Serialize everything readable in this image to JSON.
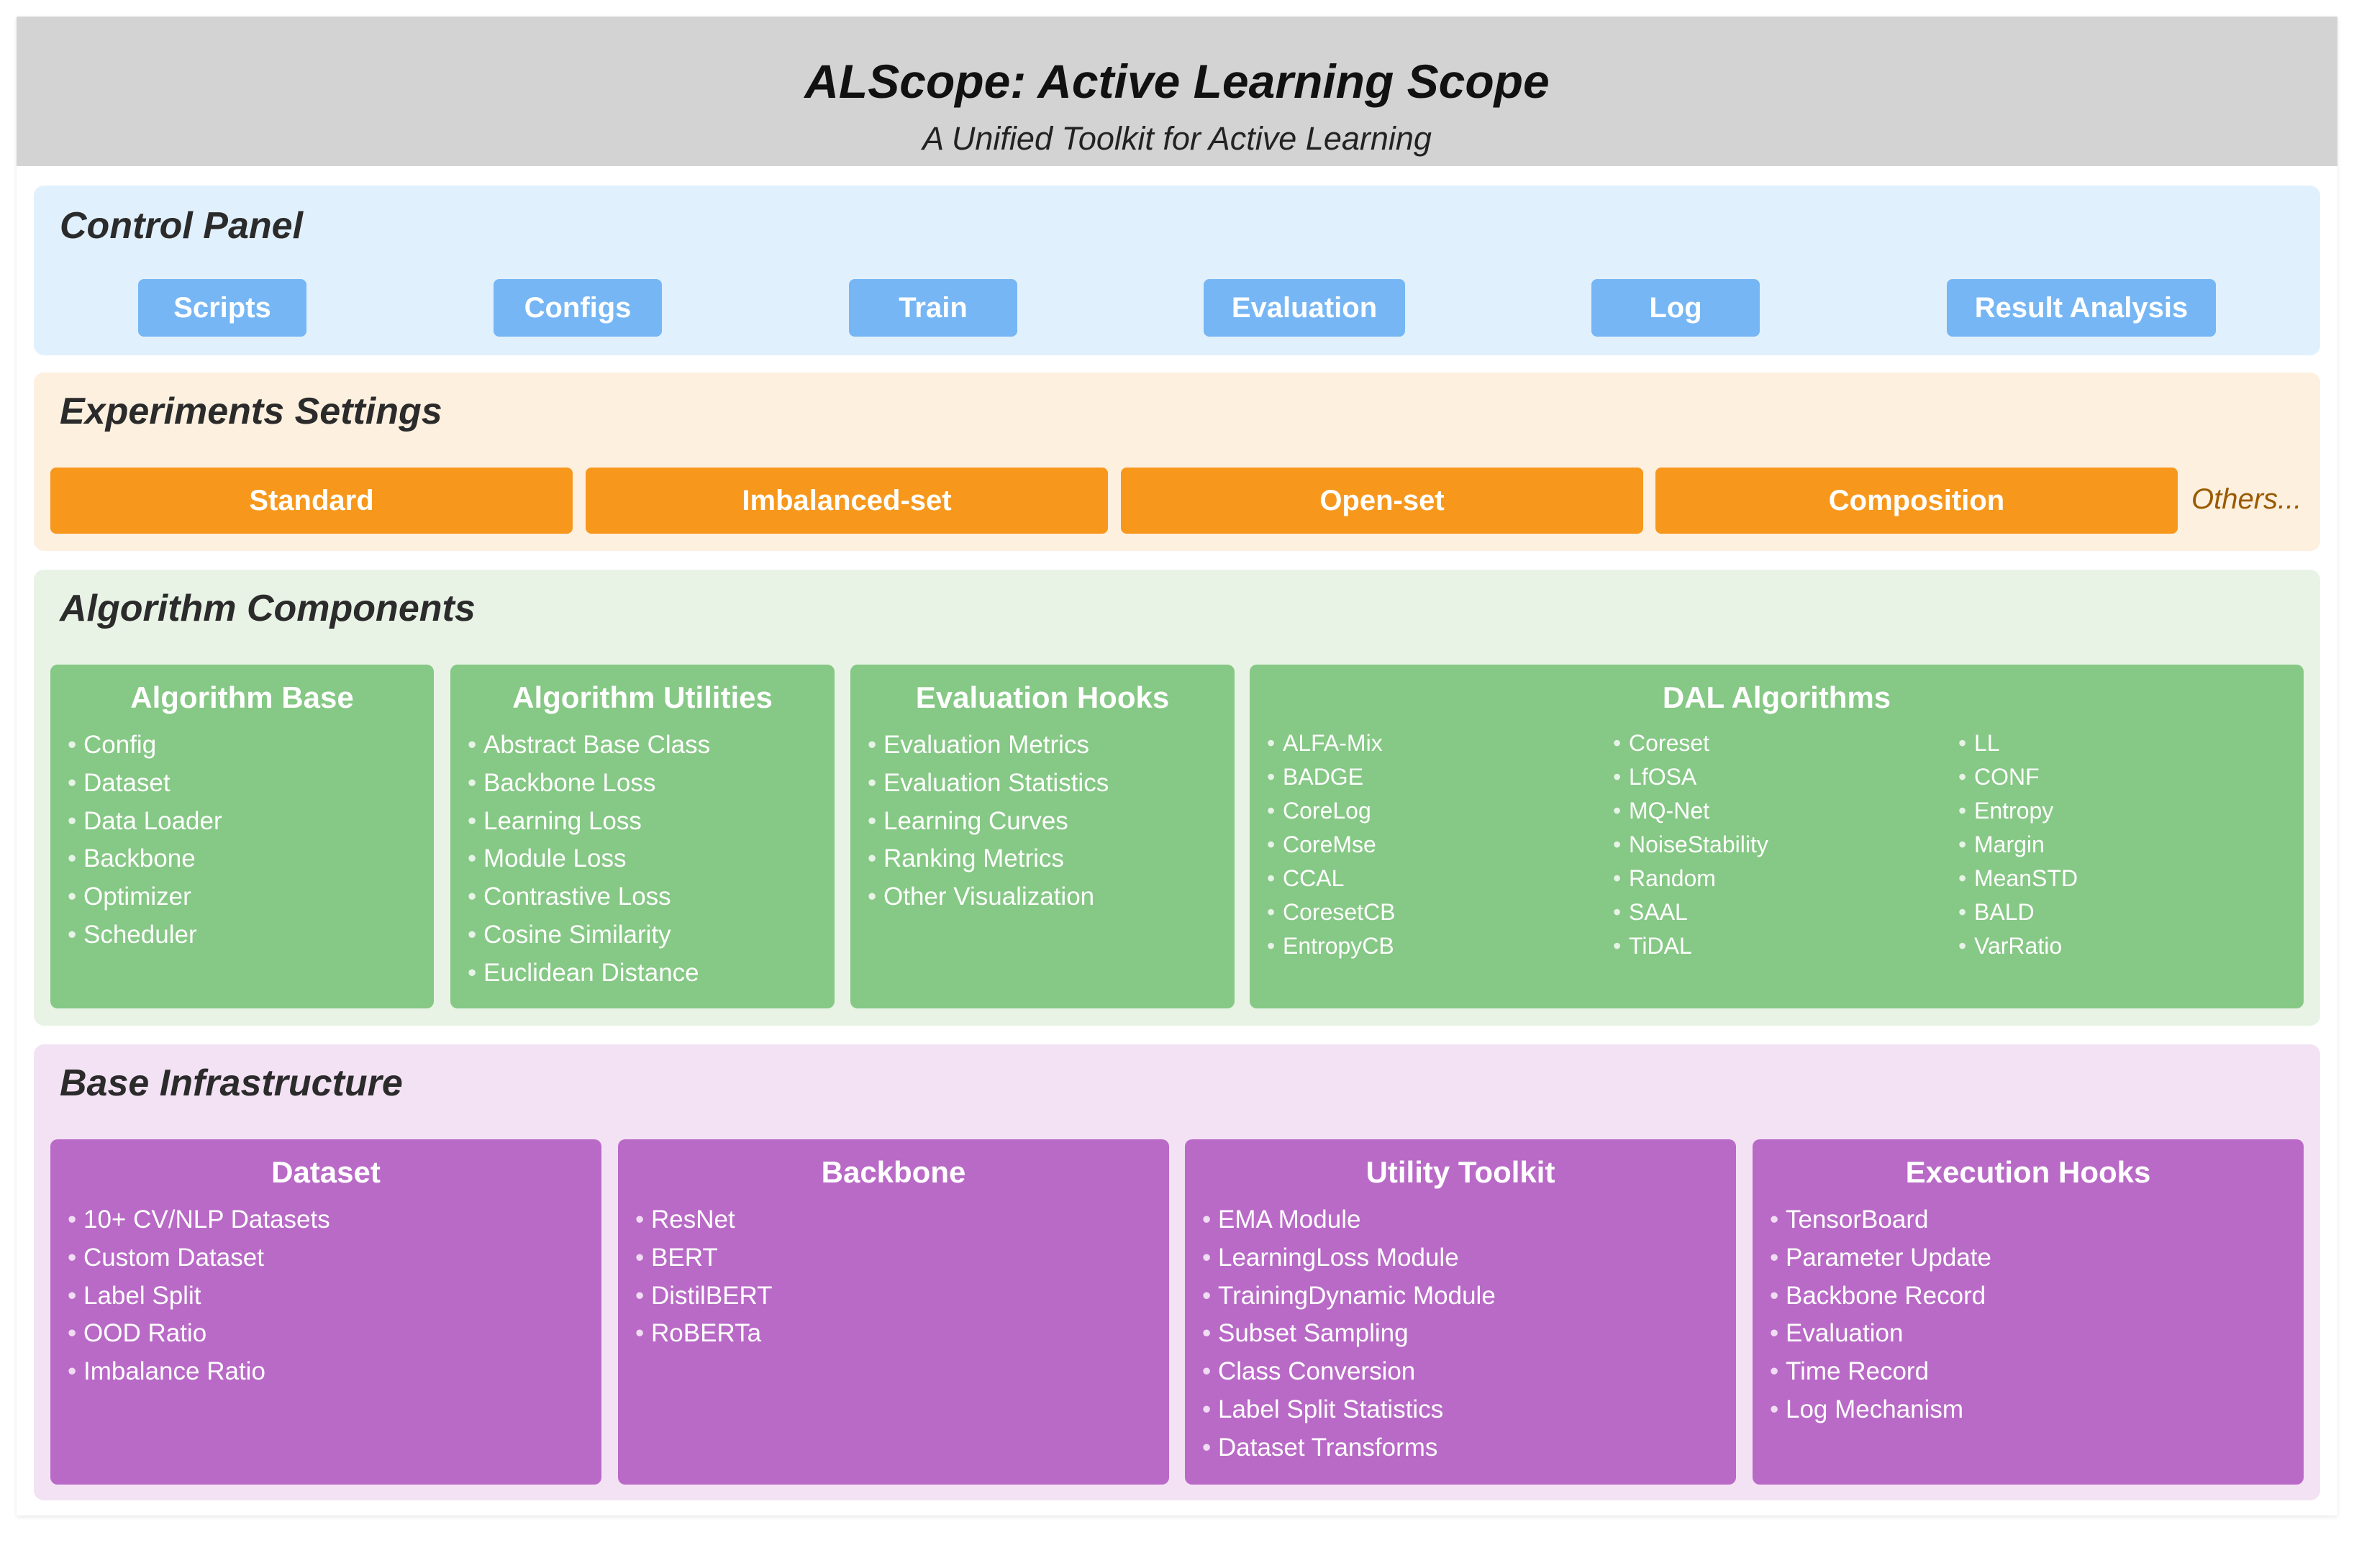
{
  "header": {
    "title": "ALScope: Active Learning Scope",
    "subtitle": "A Unified Toolkit for Active Learning"
  },
  "control_panel": {
    "title": "Control Panel",
    "buttons": [
      "Scripts",
      "Configs",
      "Train",
      "Evaluation",
      "Log",
      "Result Analysis"
    ]
  },
  "experiments_settings": {
    "title": "Experiments Settings",
    "buttons": [
      "Standard",
      "Imbalanced-set",
      "Open-set",
      "Composition"
    ],
    "others": "Others..."
  },
  "algorithm_components": {
    "title": "Algorithm Components",
    "cards": [
      {
        "title": "Algorithm Base",
        "items": [
          "Config",
          "Dataset",
          "Data Loader",
          "Backbone",
          "Optimizer",
          "Scheduler"
        ]
      },
      {
        "title": "Algorithm Utilities",
        "items": [
          "Abstract Base Class",
          "Backbone Loss",
          "Learning Loss",
          "Module Loss",
          "Contrastive Loss",
          "Cosine Similarity",
          "Euclidean Distance"
        ]
      },
      {
        "title": "Evaluation Hooks",
        "items": [
          "Evaluation Metrics",
          "Evaluation Statistics",
          "Learning Curves",
          "Ranking Metrics",
          "Other Visualization"
        ]
      }
    ],
    "dal": {
      "title": "DAL Algorithms",
      "columns": [
        [
          "ALFA-Mix",
          "BADGE",
          "CoreLog",
          "CoreMse",
          "CCAL",
          "CoresetCB",
          "EntropyCB"
        ],
        [
          "Coreset",
          "LfOSA",
          "MQ-Net",
          "NoiseStability",
          "Random",
          "SAAL",
          "TiDAL"
        ],
        [
          "LL",
          "CONF",
          "Entropy",
          "Margin",
          "MeanSTD",
          "BALD",
          "VarRatio"
        ]
      ]
    }
  },
  "base_infrastructure": {
    "title": "Base Infrastructure",
    "cards": [
      {
        "title": "Dataset",
        "items": [
          "10+ CV/NLP Datasets",
          "Custom Dataset",
          "Label Split",
          "OOD Ratio",
          "Imbalance Ratio"
        ]
      },
      {
        "title": "Backbone",
        "items": [
          "ResNet",
          "BERT",
          "DistilBERT",
          "RoBERTa"
        ]
      },
      {
        "title": "Utility Toolkit",
        "items": [
          "EMA Module",
          "LearningLoss Module",
          "TrainingDynamic Module",
          "Subset Sampling",
          "Class Conversion",
          "Label Split Statistics",
          "Dataset Transforms"
        ]
      },
      {
        "title": "Execution Hooks",
        "items": [
          "TensorBoard",
          "Parameter Update",
          "Backbone Record",
          "Evaluation",
          "Time Record",
          "Log Mechanism"
        ]
      }
    ]
  },
  "colors": {
    "header_bg": "#d3d3d3",
    "control_bg": "#e1f0fd",
    "control_button": "#76b6f4",
    "experiments_bg": "#fdf0df",
    "experiments_button": "#f7981d",
    "algorithm_bg": "#e8f3e6",
    "algorithm_card": "#86c885",
    "infrastructure_bg": "#f3e2f4",
    "infrastructure_card": "#b96ac7"
  }
}
